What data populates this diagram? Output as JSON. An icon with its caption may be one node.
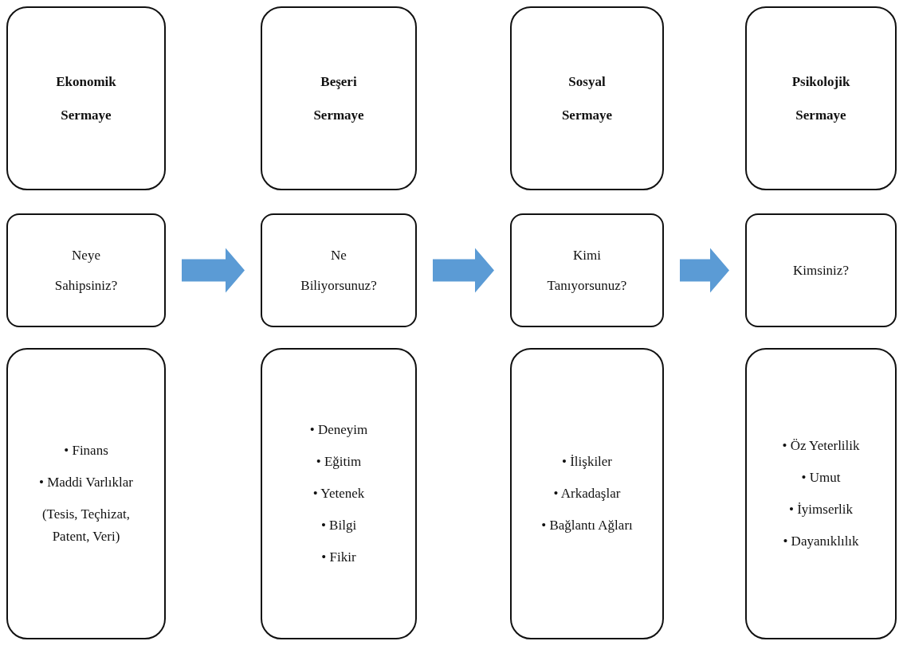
{
  "diagram": {
    "nodes": [
      {
        "text": [
          "Ekonomik Sermaye"
        ]
      },
      {
        "text": [
          "Beşeri Sermaye"
        ]
      },
      {
        "text": [
          "Sosyal Sermaye"
        ]
      },
      {
        "text": [
          "Psikolojik Sermaye"
        ]
      },
      {
        "text": [
          "Neye Sahipsiniz?"
        ]
      },
      {
        "text": [
          "Ne Biliyorsunuz?"
        ]
      },
      {
        "text": [
          "Kimi Tanıyorsunuz?"
        ]
      },
      {
        "text": [
          "Kimsiniz?"
        ]
      },
      {
        "text": [
          "• Finans",
          "• Maddi Varlıklar",
          "(Tesis, Teçhizat, Patent, Veri)"
        ]
      },
      {
        "text": [
          "• Deneyim",
          "• Eğitim",
          "• Yetenek",
          "• Bilgi",
          "• Fikir"
        ]
      },
      {
        "text": [
          "• İlişkiler",
          "• Arkadaşlar",
          "• Bağlantı Ağları"
        ]
      },
      {
        "text": [
          "• Öz Yeterlilik",
          "• Umut",
          "• İyimserlik",
          "• Dayanıklılık"
        ]
      }
    ],
    "edges": [
      {
        "from": 4,
        "to": 5,
        "arrow": "to",
        "style": "thick",
        "color": "#5b9bd5"
      },
      {
        "from": 5,
        "to": 6,
        "arrow": "to",
        "style": "thick",
        "color": "#5b9bd5"
      },
      {
        "from": 6,
        "to": 7,
        "arrow": "to",
        "style": "thick",
        "color": "#5b9bd5"
      }
    ]
  }
}
